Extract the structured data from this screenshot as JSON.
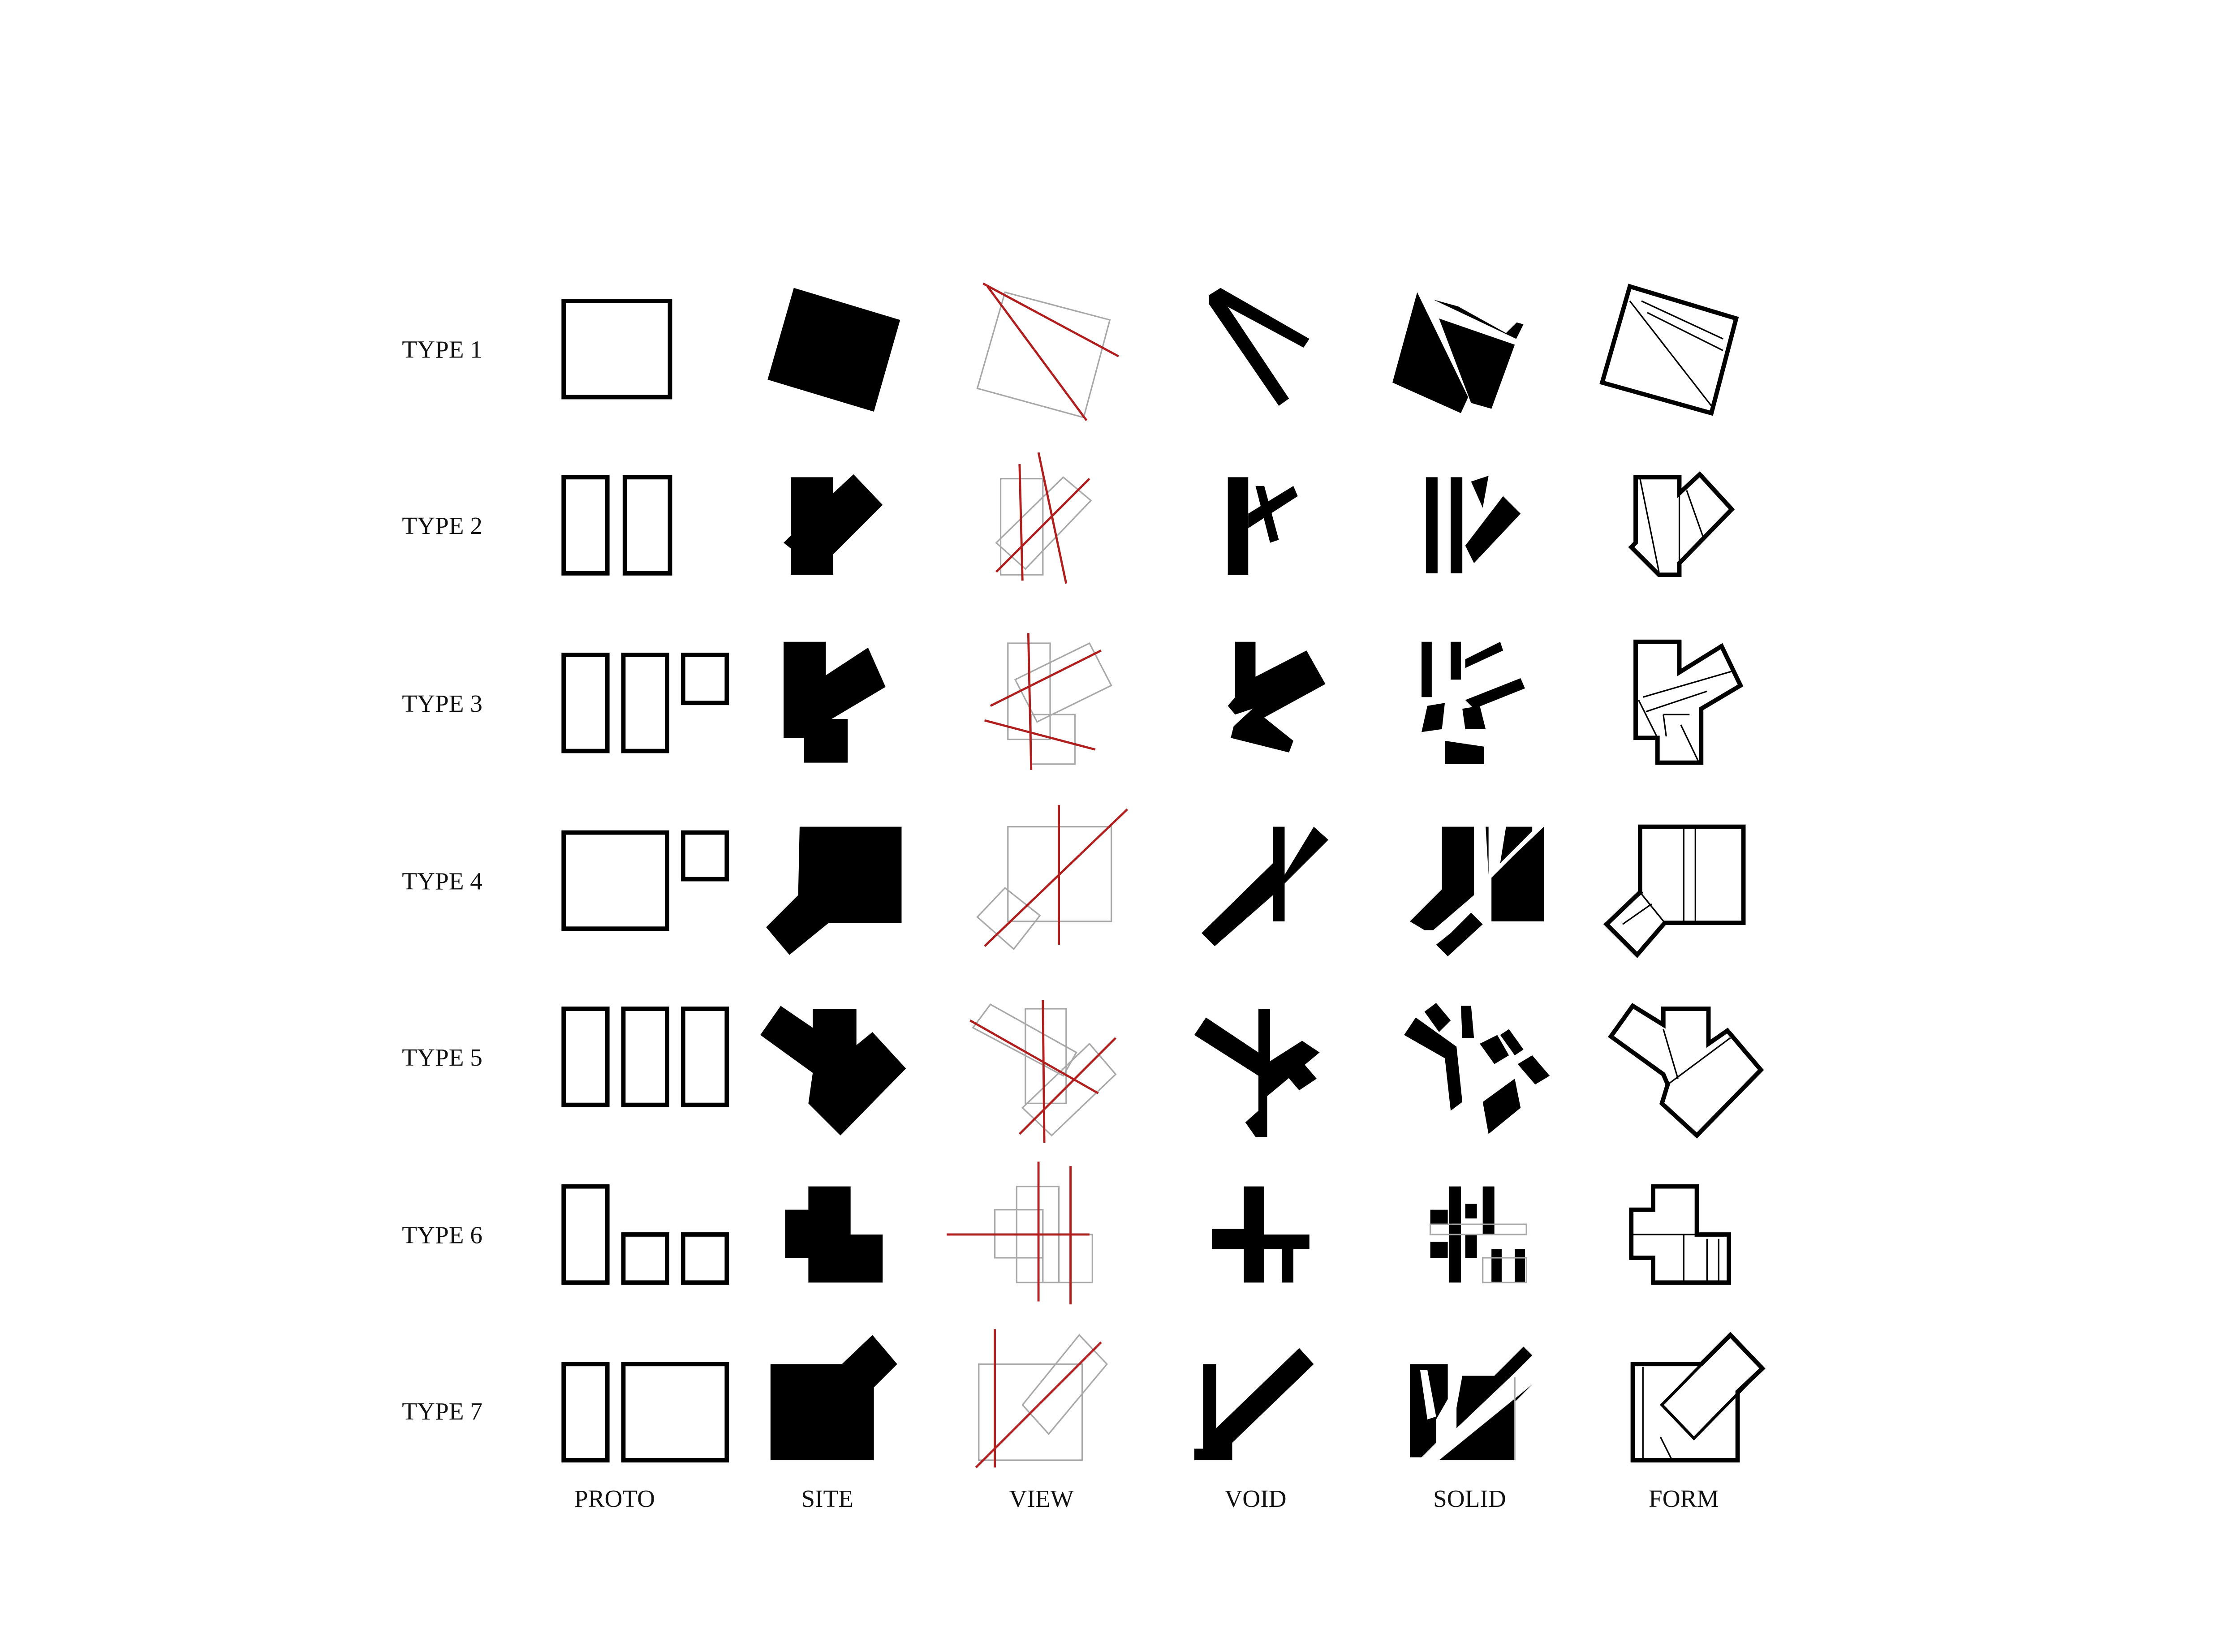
{
  "rows": [
    {
      "label": "TYPE 1"
    },
    {
      "label": "TYPE 2"
    },
    {
      "label": "TYPE 3"
    },
    {
      "label": "TYPE 4"
    },
    {
      "label": "TYPE 5"
    },
    {
      "label": "TYPE 6"
    },
    {
      "label": "TYPE 7"
    }
  ],
  "columns": [
    {
      "label": "PROTO"
    },
    {
      "label": "SITE"
    },
    {
      "label": "VIEW"
    },
    {
      "label": "VOID"
    },
    {
      "label": "SOLID"
    },
    {
      "label": "FORM"
    }
  ],
  "colors": {
    "ink": "#000000",
    "view_line": "#b01e1e",
    "guide": "#a8a8a8"
  }
}
